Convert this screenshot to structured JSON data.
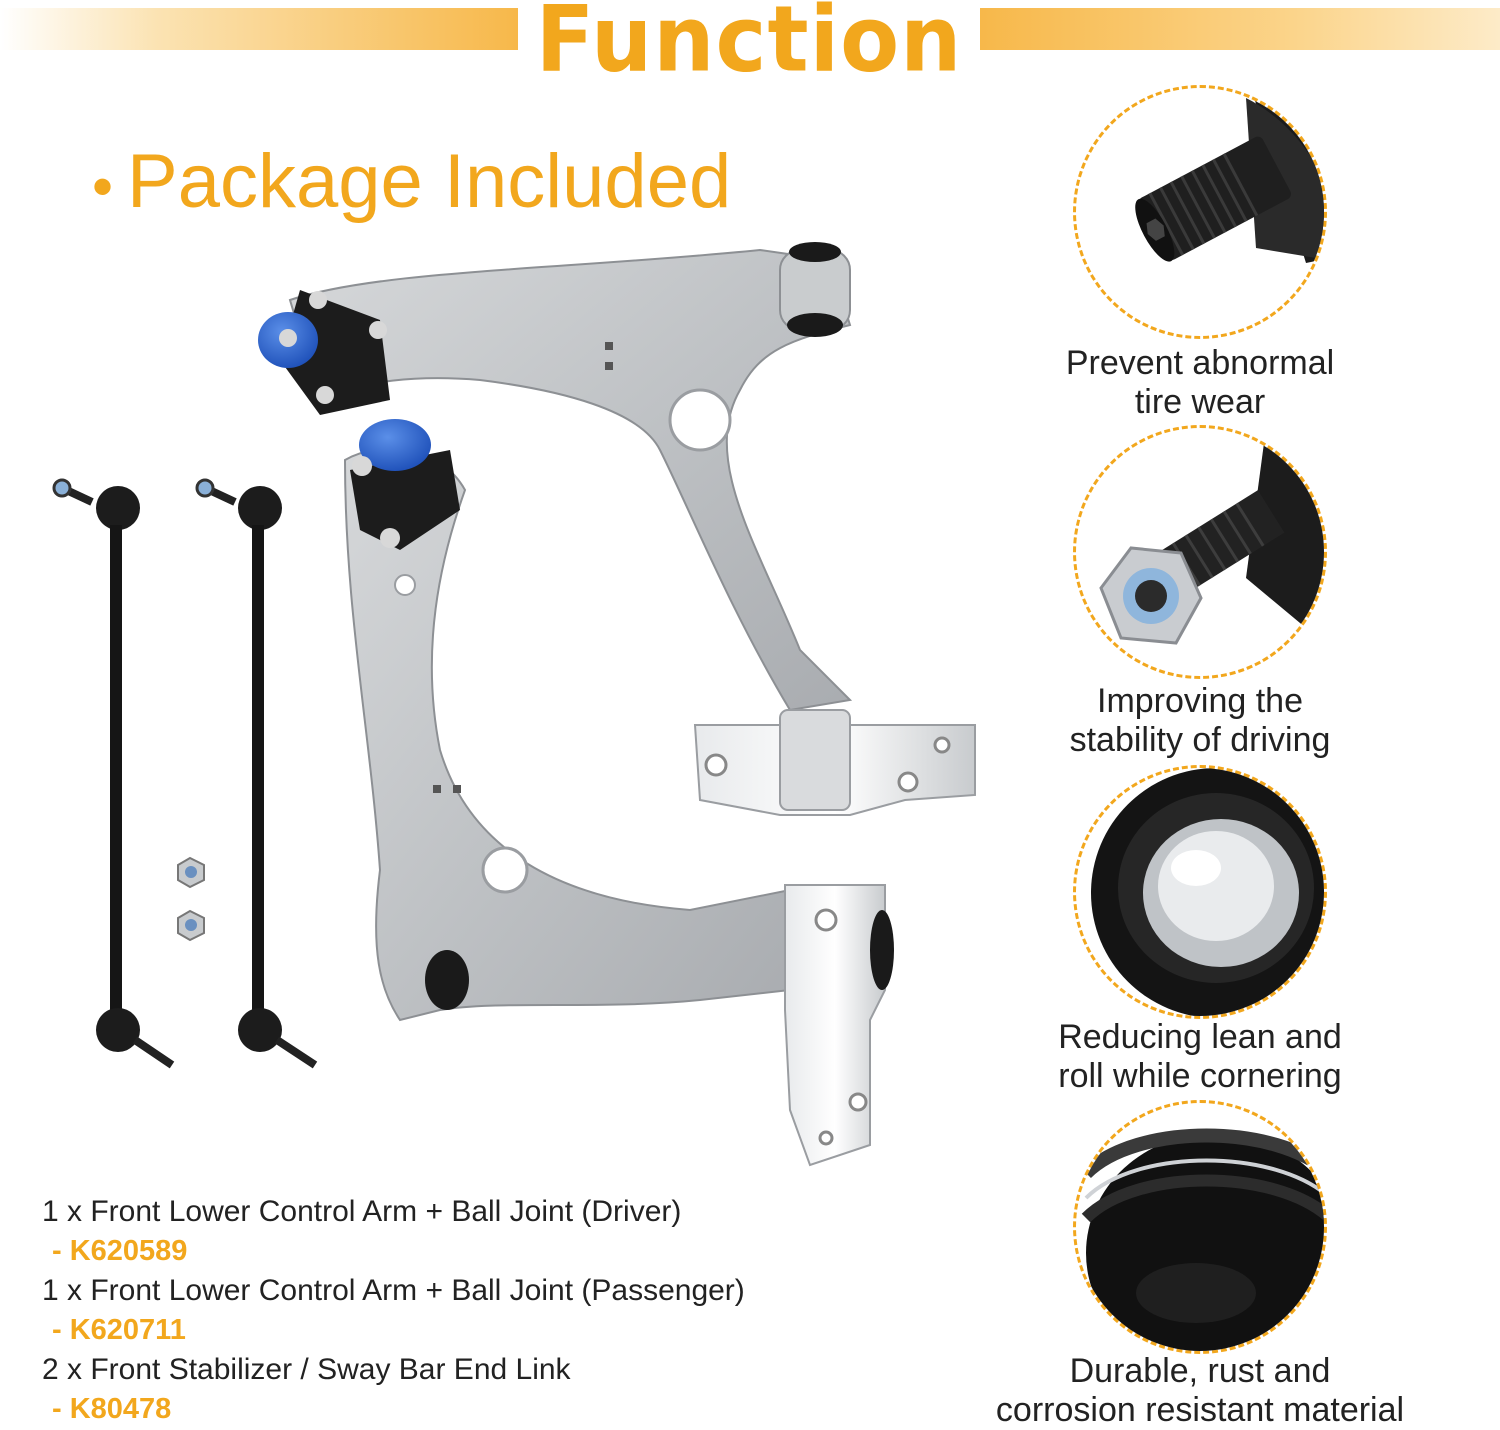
{
  "header": {
    "title": "Function"
  },
  "package": {
    "bullet": "•",
    "title": "Package Included",
    "items": [
      {
        "text": "1 x Front Lower Control Arm + Ball Joint (Driver)",
        "code": "- K620589"
      },
      {
        "text": "1 x Front Lower Control Arm + Ball Joint (Passenger)",
        "code": "- K620711"
      },
      {
        "text": "2 x Front Stabilizer / Sway Bar End Link",
        "code": "- K80478"
      }
    ]
  },
  "features": [
    {
      "icon": "bolt-icon",
      "line1": "Prevent abnormal",
      "line2": "tire wear"
    },
    {
      "icon": "nut-bolt-icon",
      "line1": "Improving the",
      "line2": "stability of driving"
    },
    {
      "icon": "ball-joint-icon",
      "line1": "Reducing lean and",
      "line2": "roll while cornering"
    },
    {
      "icon": "bushing-icon",
      "line1": "Durable, rust and",
      "line2": "corrosion resistant material"
    }
  ],
  "colors": {
    "accent": "#f2a71d",
    "text": "#222222"
  }
}
